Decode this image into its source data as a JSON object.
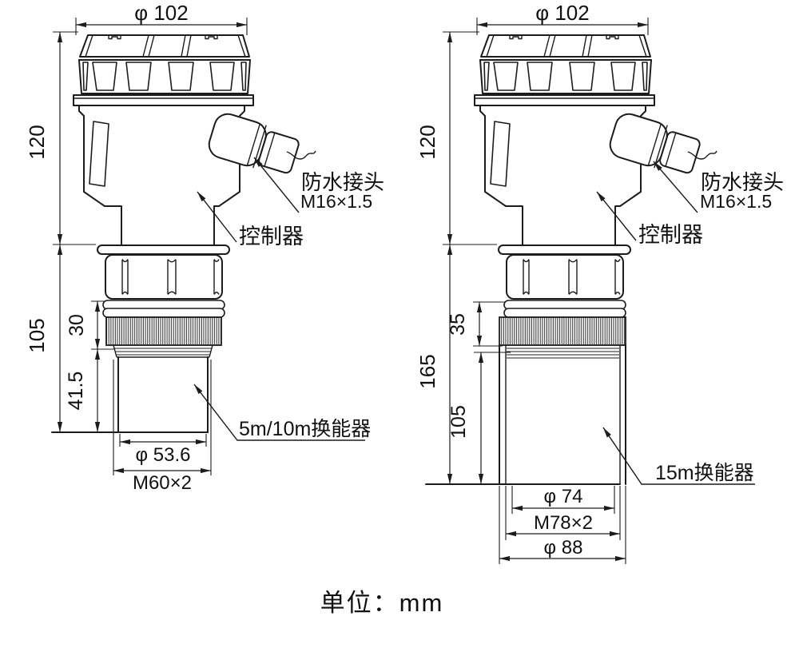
{
  "style": {
    "line_color": "#1c1c1c",
    "text_color": "#111111",
    "background": "#ffffff"
  },
  "footer": {
    "unit_label": "单位：mm"
  },
  "devices": {
    "left": {
      "name": "5m/10m transducer",
      "dims": {
        "head_diameter": "φ 102",
        "controller_height": "120",
        "lower_height": "105",
        "lock_ring_height": "30",
        "horn_height": "41.5",
        "horn_diameter": "φ 53.6",
        "mount_thread": "M60×2"
      },
      "labels": {
        "gland_line1": "防水接头",
        "gland_line2": "M16×1.5",
        "controller": "控制器",
        "transducer": "5m/10m换能器"
      }
    },
    "right": {
      "name": "15m transducer",
      "dims": {
        "head_diameter": "φ 102",
        "controller_height": "120",
        "lower_height": "165",
        "lock_ring_height": "35",
        "horn_height": "105",
        "horn_diameter": "φ 74",
        "mount_thread": "M78×2",
        "outer_diameter": "φ 88"
      },
      "labels": {
        "gland_line1": "防水接头",
        "gland_line2": "M16×1.5",
        "controller": "控制器",
        "transducer": "15m换能器"
      }
    }
  }
}
